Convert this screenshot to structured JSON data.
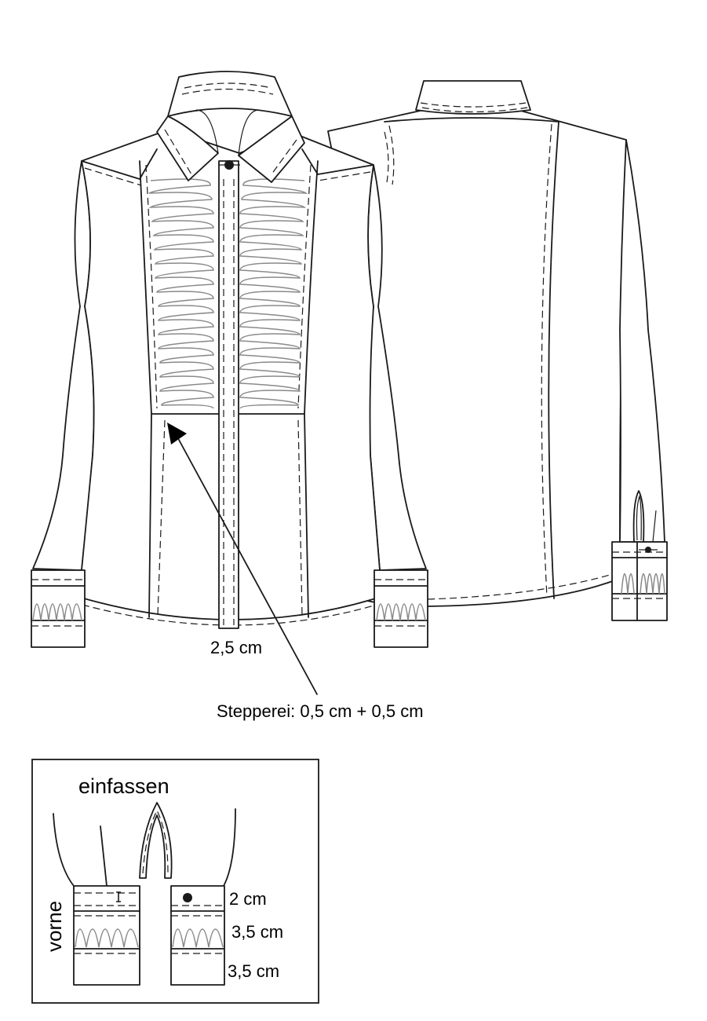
{
  "annotations": {
    "placket_width": "2,5 cm",
    "stitching": "Stepperei: 0,5 cm + 0,5 cm"
  },
  "inset": {
    "heading": "einfassen",
    "side_label": "vorne",
    "measure_top": "2 cm",
    "measure_middle": "3,5 cm",
    "measure_bottom": "3,5 cm"
  },
  "colors": {
    "outline": "#1a1a1a",
    "smocking": "#8a8a8a",
    "background": "#ffffff"
  },
  "icons": [
    "button-icon",
    "buttonhole-icon",
    "arrow-icon"
  ]
}
